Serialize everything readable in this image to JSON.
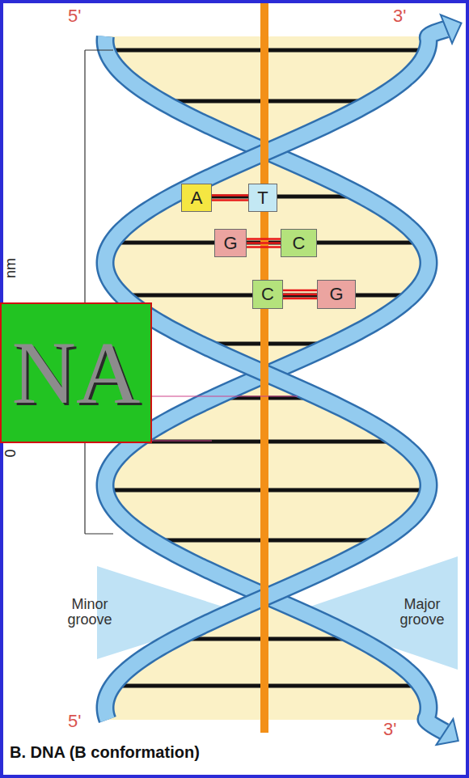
{
  "diagram": {
    "caption": "B. DNA (B conformation)",
    "nodes": [
      {
        "text": [
          "A"
        ]
      },
      {
        "text": [
          "T"
        ]
      },
      {
        "text": [
          "G"
        ]
      },
      {
        "text": [
          "C"
        ]
      },
      {
        "text": [
          "C"
        ]
      },
      {
        "text": [
          "G"
        ]
      },
      {
        "text": [
          "NA"
        ]
      }
    ],
    "edges": [
      {
        "from": 0,
        "to": 1,
        "arrow": "none"
      },
      {
        "from": 0,
        "to": 1,
        "arrow": "none"
      },
      {
        "from": 2,
        "to": 3,
        "arrow": "none"
      },
      {
        "from": 2,
        "to": 3,
        "arrow": "none"
      },
      {
        "from": 2,
        "to": 3,
        "arrow": "none"
      },
      {
        "from": 4,
        "to": 5,
        "arrow": "none"
      },
      {
        "from": 4,
        "to": 5,
        "arrow": "none"
      },
      {
        "from": 4,
        "to": 5,
        "arrow": "none"
      }
    ],
    "labels": [
      "5'",
      "3'",
      "nm",
      "0",
      "Minor groove",
      "Major groove",
      "5'",
      "3'"
    ]
  }
}
